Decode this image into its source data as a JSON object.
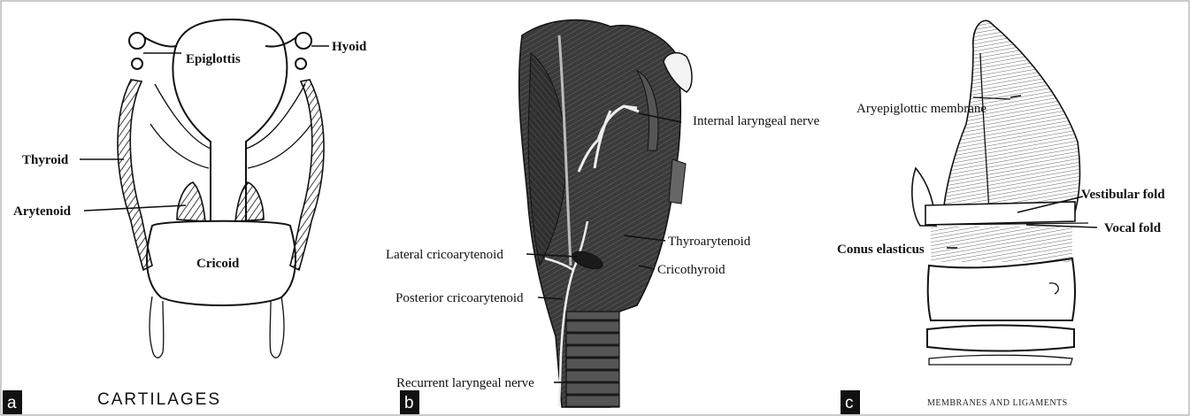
{
  "panels": [
    {
      "letter": "a",
      "caption": "CARTILAGES",
      "labels": {
        "epiglottis": "Epiglottis",
        "hyoid": "Hyoid",
        "thyroid": "Thyroid",
        "arytenoid": "Arytenoid",
        "cricoid": "Cricoid"
      }
    },
    {
      "letter": "b",
      "caption": "",
      "labels": {
        "internal_laryngeal_nerve": "Internal laryngeal nerve",
        "thyroarytenoid": "Thyroarytenoid",
        "lateral_cricoarytenoid": "Lateral cricoarytenoid",
        "cricothyroid": "Cricothyroid",
        "posterior_cricoarytenoid": "Posterior cricoarytenoid",
        "recurrent_laryngeal_nerve": "Recurrent laryngeal nerve"
      }
    },
    {
      "letter": "c",
      "caption": "MEMBRANES AND LIGAMENTS",
      "labels": {
        "aryepiglottic_membrane": "Aryepiglottic membrane",
        "vestibular_fold": "Vestibular fold",
        "vocal_fold": "Vocal fold",
        "conus_elasticus": "Conus elasticus"
      }
    }
  ],
  "colors": {
    "tag_background": "#111111",
    "tag_text": "#ffffff",
    "ink": "#111111",
    "frame": "#999999"
  }
}
